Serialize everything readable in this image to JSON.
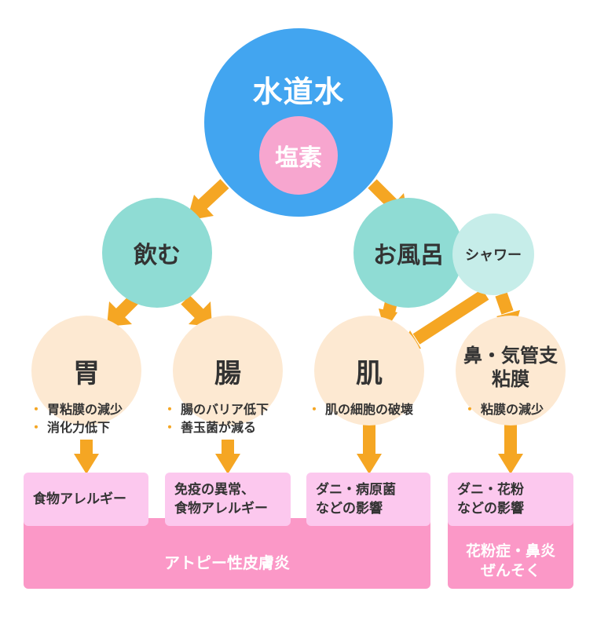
{
  "top": {
    "title": "水道水",
    "sub": "塩素"
  },
  "drink": {
    "label": "飲む"
  },
  "bath": {
    "label": "お風呂",
    "shower": "シャワー"
  },
  "stomach": {
    "title": "胃",
    "bullets": [
      "胃粘膜の減少",
      "消化力低下"
    ],
    "result": [
      "食物アレルギー"
    ]
  },
  "intestine": {
    "title": "腸",
    "bullets": [
      "腸のバリア低下",
      "善玉菌が減る"
    ],
    "result": [
      "免疫の異常、",
      "食物アレルギー"
    ]
  },
  "skin": {
    "title": "肌",
    "bullets": [
      "肌の細胞の破壊"
    ],
    "result": [
      "ダニ・病原菌",
      "などの影響"
    ]
  },
  "nasal": {
    "title_line1": "鼻・気管支",
    "title_line2": "粘膜",
    "bullets": [
      "粘膜の減少"
    ],
    "result": [
      "ダニ・花粉",
      "などの影響"
    ]
  },
  "outcomes": {
    "atopy": "アトピー性皮膚炎",
    "hay_fever_line1": "花粉症・鼻炎",
    "hay_fever_line2": "ぜんそく"
  },
  "colors": {
    "arrow": "#f5a623",
    "blue": "#42a5f0",
    "teal": "#8fdcd4",
    "peach": "#fde9d2",
    "pink_box": "#fcc8ee",
    "pink_band": "#fb98c7"
  }
}
